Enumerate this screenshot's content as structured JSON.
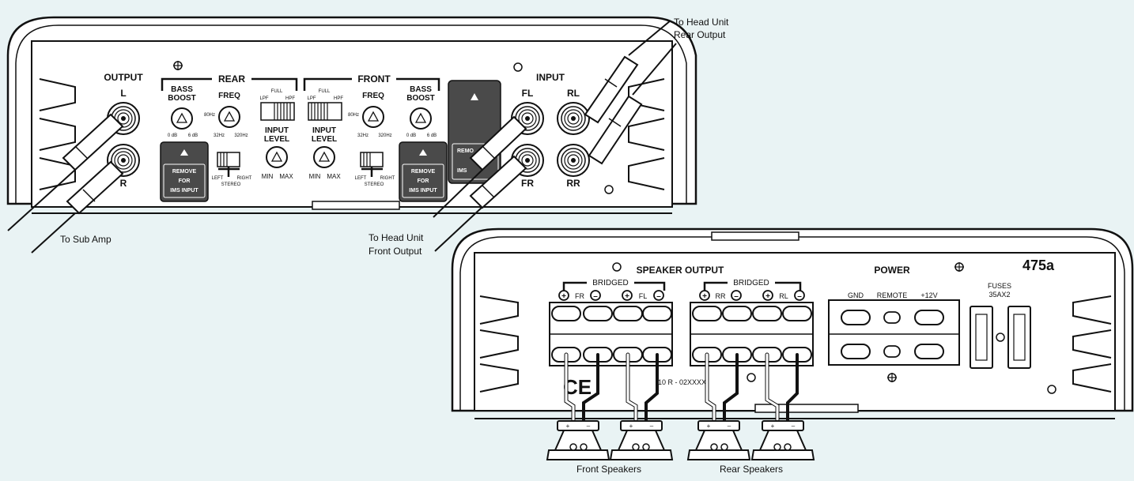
{
  "colors": {
    "background": "#e9f3f4",
    "line": "#1a1a1a",
    "panel": "#ffffff",
    "dark_panel": "#4a4a4a"
  },
  "top_amp": {
    "output": {
      "title": "OUTPUT",
      "left": "L",
      "right": "R"
    },
    "rear": {
      "title": "REAR",
      "bass_boost": [
        "BASS",
        "BOOST"
      ],
      "boost_scale": [
        "0 dB",
        "6 dB"
      ],
      "freq": "FREQ",
      "hz_low": "80Hz",
      "hz_a": "32Hz",
      "hz_b": "320Hz",
      "switch": [
        "FULL",
        "LPF",
        "HPF"
      ],
      "input_level": [
        "INPUT",
        "LEVEL"
      ],
      "level_scale": [
        "MIN",
        "MAX"
      ],
      "stereo": [
        "LEFT",
        "RIGHT",
        "STEREO"
      ]
    },
    "front": {
      "title": "FRONT",
      "bass_boost": [
        "BASS",
        "BOOST"
      ],
      "boost_scale": [
        "0 dB",
        "6 dB"
      ],
      "freq": "FREQ",
      "hz_low": "80Hz",
      "hz_a": "32Hz",
      "hz_b": "320Hz",
      "switch": [
        "FULL",
        "LPF",
        "HPF"
      ],
      "input_level": [
        "INPUT",
        "LEVEL"
      ],
      "level_scale": [
        "MIN",
        "MAX"
      ],
      "stereo": [
        "LEFT",
        "RIGHT",
        "STEREO"
      ]
    },
    "remove_plate": [
      "REMOVE",
      "FOR",
      "IMS INPUT"
    ],
    "remove_partial": [
      "REMO",
      "IMS"
    ],
    "input": {
      "title": "INPUT",
      "fl": "FL",
      "fr": "FR",
      "rl": "RL",
      "rr": "RR"
    }
  },
  "callouts": {
    "head_unit_rear": [
      "To Head Unit",
      "Rear Output"
    ],
    "head_unit_front": [
      "To Head Unit",
      "Front Output"
    ],
    "sub_amp": "To Sub Amp",
    "front_speakers": "Front Speakers",
    "rear_speakers": "Rear Speakers"
  },
  "bottom_amp": {
    "model": "475a",
    "speaker_output": "SPEAKER OUTPUT",
    "bridged": "BRIDGED",
    "front_channels": [
      "FR",
      "FL"
    ],
    "rear_channels": [
      "RR",
      "RL"
    ],
    "power": {
      "title": "POWER",
      "terminals": [
        "GND",
        "REMOTE",
        "+12V"
      ]
    },
    "fuses": [
      "FUSES",
      "35AX2"
    ],
    "serial": "10 R - 02XXXX",
    "ce_mark": "CE",
    "polarity": [
      "+",
      "–"
    ]
  }
}
